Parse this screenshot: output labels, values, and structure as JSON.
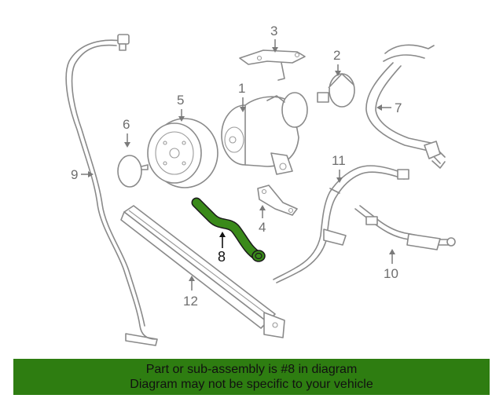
{
  "callouts": {
    "c1": "1",
    "c2": "2",
    "c3": "3",
    "c4": "4",
    "c5": "5",
    "c6": "6",
    "c7": "7",
    "c8": "8",
    "c9": "9",
    "c10": "10",
    "c11": "11",
    "c12": "12"
  },
  "highlight_color": "#3a8a1a",
  "banner": {
    "line1": "Part or sub-assembly is #8 in diagram",
    "line2": "Diagram may not be specific to your vehicle",
    "background": "#2e7d11"
  }
}
